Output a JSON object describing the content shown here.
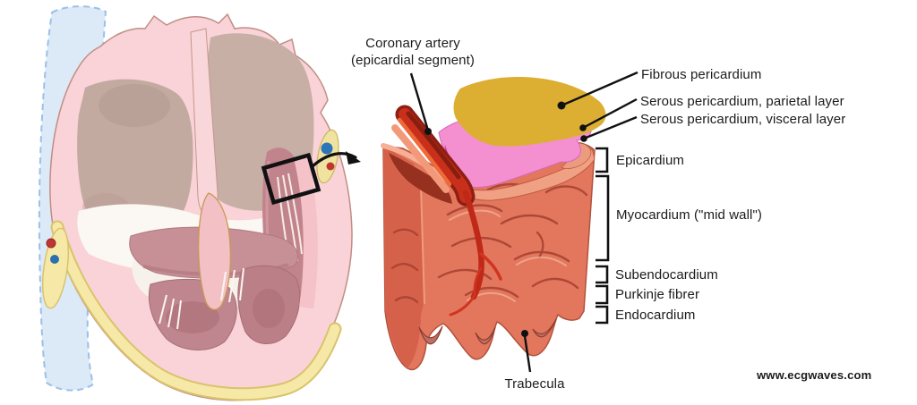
{
  "figure": {
    "watermark": "www.ecgwaves.com",
    "labels": {
      "coronary_artery_line1": "Coronary artery",
      "coronary_artery_line2": "(epicardial segment)",
      "fibrous_pericardium": "Fibrous pericardium",
      "serous_parietal": "Serous pericardium, parietal layer",
      "serous_visceral": "Serous pericardium, visceral layer",
      "epicardium": "Epicardium",
      "myocardium": "Myocardium (\"mid wall\")",
      "subendocardium": "Subendocardium",
      "purkinje_fibers": "Purkinje fibrer",
      "endocardium": "Endocardium",
      "trabecula": "Trabecula"
    },
    "colors": {
      "heart_wall_pink": "#f9d3d7",
      "atrium_taupe": "#c7afa6",
      "epicardial_fat_yellow": "#f6e9a8",
      "vessel_blue": "#dce9f7",
      "myocardium_block_salmon": "#e2775e",
      "fibrous_pericardium_gold": "#dcaf33",
      "serous_pericardium_pink": "#f48fd0",
      "coronary_artery_red": "#c8301b",
      "label_black": "#1b1b1b"
    }
  }
}
